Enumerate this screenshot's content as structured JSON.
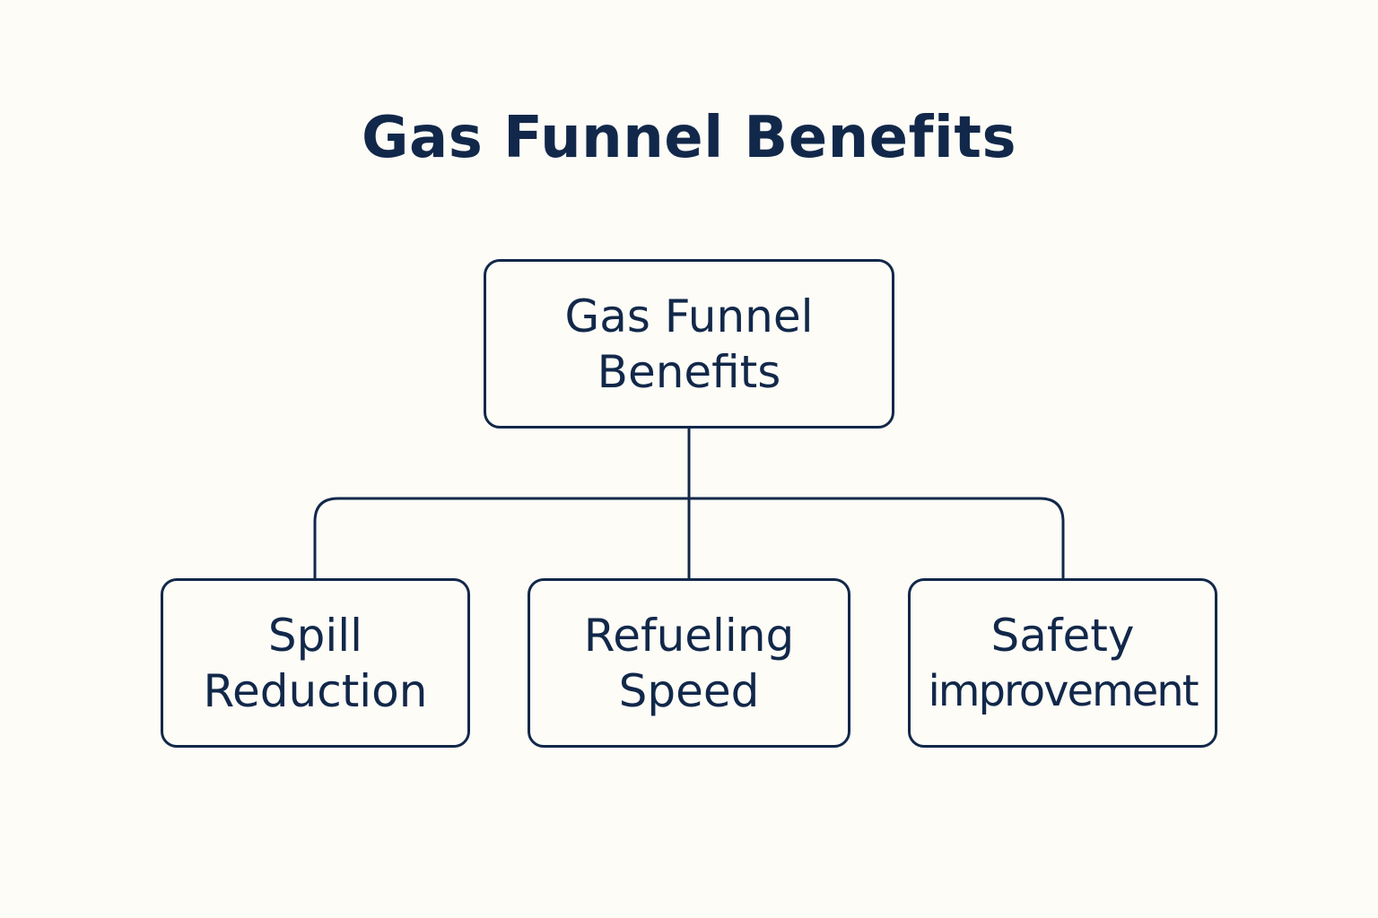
{
  "title": "Gas Funnel Benefits",
  "colors": {
    "background": "#fdfcf7",
    "ink": "#12284a"
  },
  "root": {
    "line1": "Gas Funnel",
    "line2": "Benefits"
  },
  "children": [
    {
      "line1": "Spill",
      "line2": "Reduction"
    },
    {
      "line1": "Refueling",
      "line2": "Speed"
    },
    {
      "line1": "Safety",
      "line2": "improvement"
    }
  ]
}
